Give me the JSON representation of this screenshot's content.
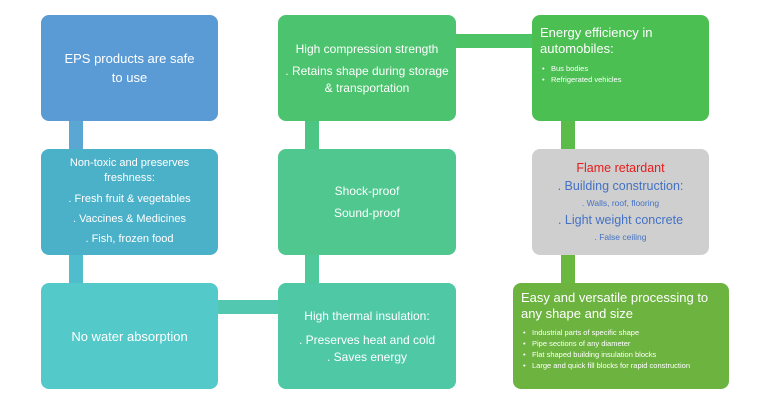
{
  "colors": {
    "blue": "#5b9bd5",
    "cyan": "#54c9c9",
    "teal_blue": "#4bb1c9",
    "sea_green": "#4fc78f",
    "green": "#4cbf53",
    "gray": "#cfcfcf",
    "olive_green": "#6db33f",
    "flame_red": "#e81b1b",
    "link_blue": "#4472c4"
  },
  "boxes": {
    "eps_safe": {
      "text": "EPS products are safe to use"
    },
    "non_toxic": {
      "title": "Non-toxic and preserves freshness:",
      "items": [
        ". Fresh fruit & vegetables",
        ". Vaccines & Medicines",
        ". Fish, frozen food"
      ]
    },
    "no_water": {
      "text": "No water absorption"
    },
    "high_compression": {
      "title": "High compression strength",
      "subtitle": ". Retains shape during storage & transportation"
    },
    "shock_sound": {
      "line1": "Shock-proof",
      "line2": "Sound-proof"
    },
    "thermal": {
      "title": "High thermal insulation:",
      "items": [
        ". Preserves heat and cold",
        ". Saves energy"
      ]
    },
    "energy_efficiency": {
      "title": "Energy efficiency in automobiles:",
      "items": [
        "Bus bodies",
        "Refrigerated vehicles"
      ]
    },
    "flame_retardant": {
      "title": "Flame retardant",
      "line1": ". Building construction:",
      "line2": ". Walls, roof, flooring",
      "line3": ". Light weight concrete",
      "line4": ". False ceiling"
    },
    "versatile": {
      "title": "Easy and versatile processing to any shape and size",
      "items": [
        "Industrial parts of specific shape",
        "Pipe sections of any diameter",
        "Flat shaped building insulation blocks",
        "Large and quick fill blocks for rapid construction"
      ]
    }
  }
}
